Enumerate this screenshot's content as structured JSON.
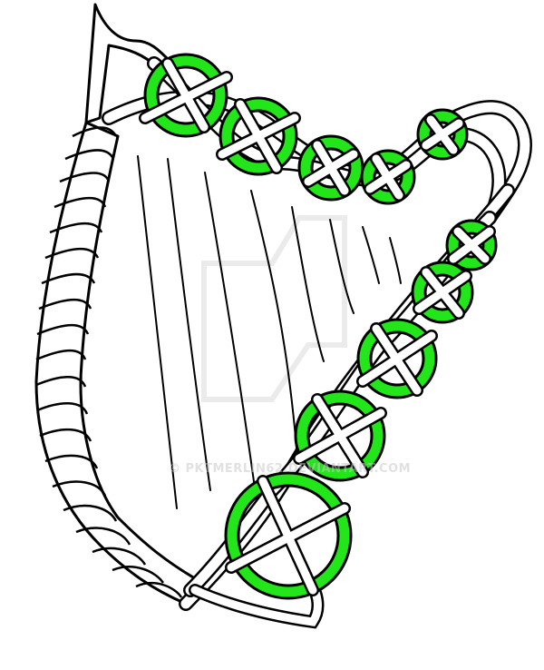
{
  "image": {
    "subject": "Celtic harp line drawing with green knotwork rings",
    "watermark": "© PKTMERLIN62.DEVIANTART.COM",
    "colors": {
      "background": "#ffffff",
      "outline": "#000000",
      "ring_fill": "#22e61a",
      "fill": "#ffffff",
      "watermark": "#c8c8c8"
    },
    "elements": {
      "pillar": "twisted rope pillar (left)",
      "neck": "knotwork neck with green rings (top)",
      "soundbox": "knotwork soundbox with green rings (right diagonal)",
      "strings_count": 8
    }
  }
}
